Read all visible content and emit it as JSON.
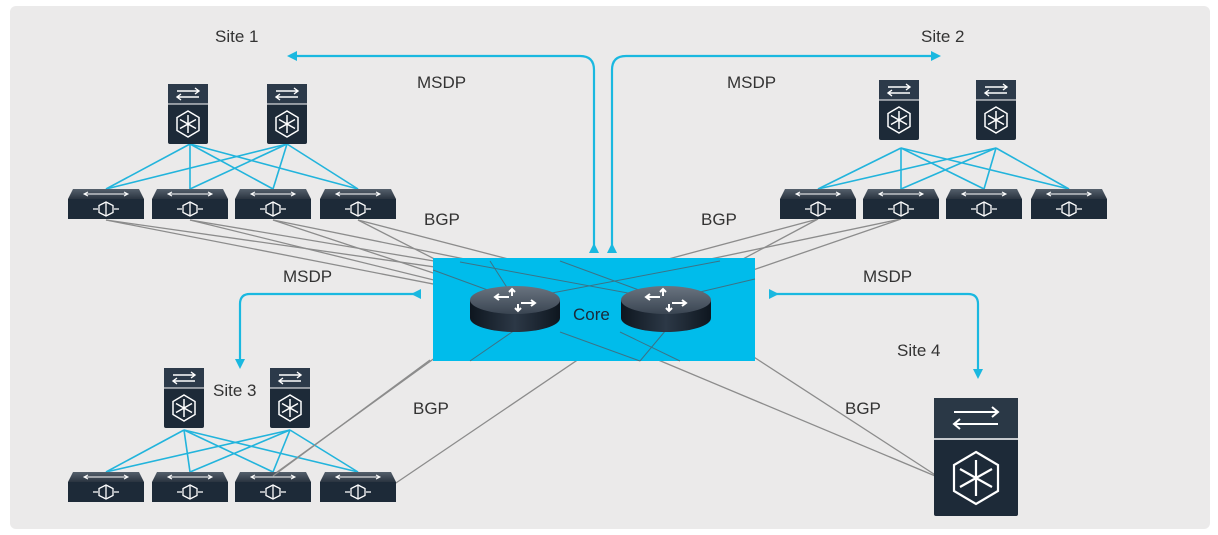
{
  "labels": {
    "site1": "Site 1",
    "site2": "Site 2",
    "site3": "Site 3",
    "site4": "Site 4",
    "core": "Core",
    "msdp_top_left": "MSDP",
    "msdp_top_right": "MSDP",
    "msdp_mid_left": "MSDP",
    "msdp_mid_right": "MSDP",
    "bgp_site1": "BGP",
    "bgp_site2": "BGP",
    "bgp_site3": "BGP",
    "bgp_site4": "BGP"
  },
  "colors": {
    "background": "#ebeaea",
    "core_box": "#00bceb",
    "msdp_arrow": "#1ab8e0",
    "fabric_link": "#22b4dc",
    "bgp_link": "#8c8c8c",
    "device_dark": "#1d2a38"
  },
  "icons": {
    "spine": "spine-switch-icon",
    "leaf": "leaf-switch-icon",
    "router": "router-icon",
    "chassis": "chassis-switch-icon"
  }
}
